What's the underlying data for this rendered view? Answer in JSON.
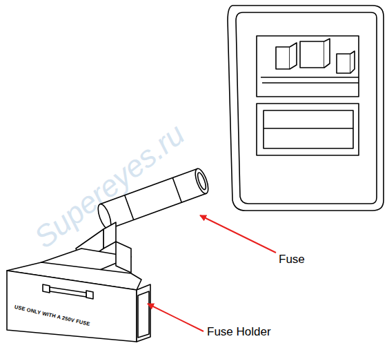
{
  "diagram": {
    "labels": [
      "Fuse",
      "Fuse Holder",
      "USE ONLY WITH A 250V FUSE",
      "Supereyes.ru"
    ]
  }
}
